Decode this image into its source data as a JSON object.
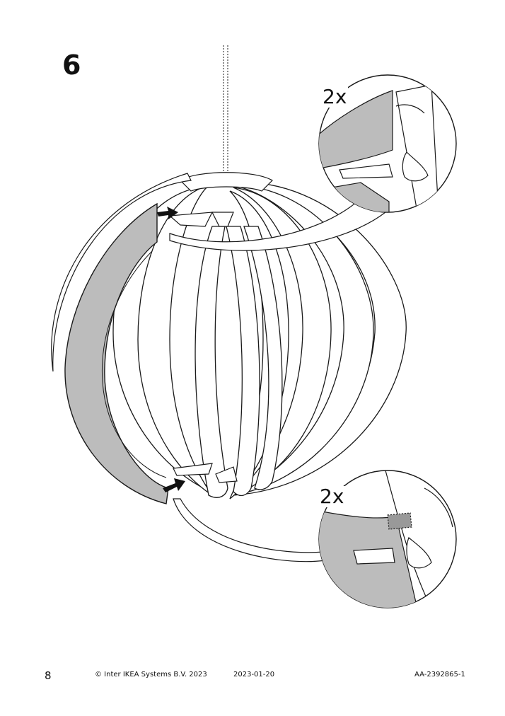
{
  "step": {
    "number": "6"
  },
  "details": {
    "top_multiplier": "2x",
    "bottom_multiplier": "2x"
  },
  "footer": {
    "page_number": "8",
    "copyright": "© Inter IKEA Systems B.V. 2023",
    "date": "2023-01-20",
    "document_code": "AA-2392865-1"
  },
  "colors": {
    "panel_fill": "#bcbcbc",
    "line": "#1a1a1a",
    "background": "#ffffff"
  }
}
